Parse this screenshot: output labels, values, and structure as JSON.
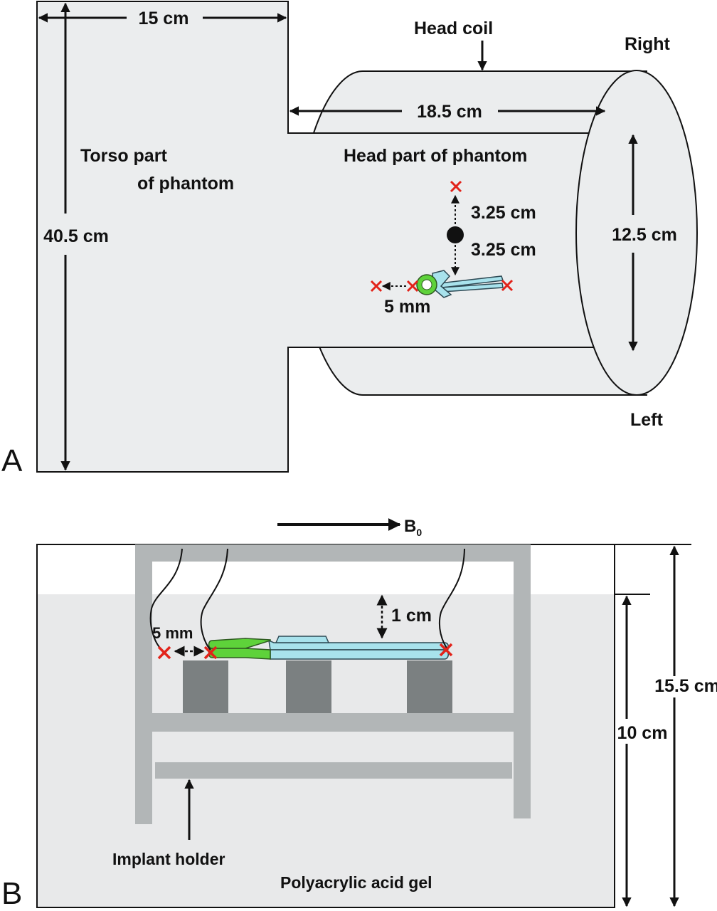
{
  "panel_a": {
    "letter": "A",
    "width_label": "15 cm",
    "height_label": "40.5 cm",
    "torso_line1": "Torso part",
    "torso_line2": "of phantom",
    "coil_label": "Head coil",
    "coil_length_label": "18.5 cm",
    "head_label": "Head part of phantom",
    "right_label": "Right",
    "left_label": "Left",
    "diameter_label": "12.5 cm",
    "offset_upper_label": "3.25 cm",
    "offset_lower_label": "3.25 cm",
    "gap_label": "5 mm"
  },
  "panel_b": {
    "letter": "B",
    "field_label_main": "B",
    "field_label_sub": "0",
    "gap_label": "5 mm",
    "depth_label": "1 cm",
    "total_height_label": "15.5 cm",
    "gel_height_label": "10 cm",
    "holder_label": "Implant holder",
    "gel_label": "Polyacrylic acid gel"
  },
  "colors": {
    "fill_light": "#ebedee",
    "gel": "#e8e9ea",
    "frame": "#b2b6b7",
    "support": "#7b8081",
    "marker": "#e2231a",
    "implant_green": "#5ed23a",
    "implant_blue": "#a8e2ec"
  }
}
